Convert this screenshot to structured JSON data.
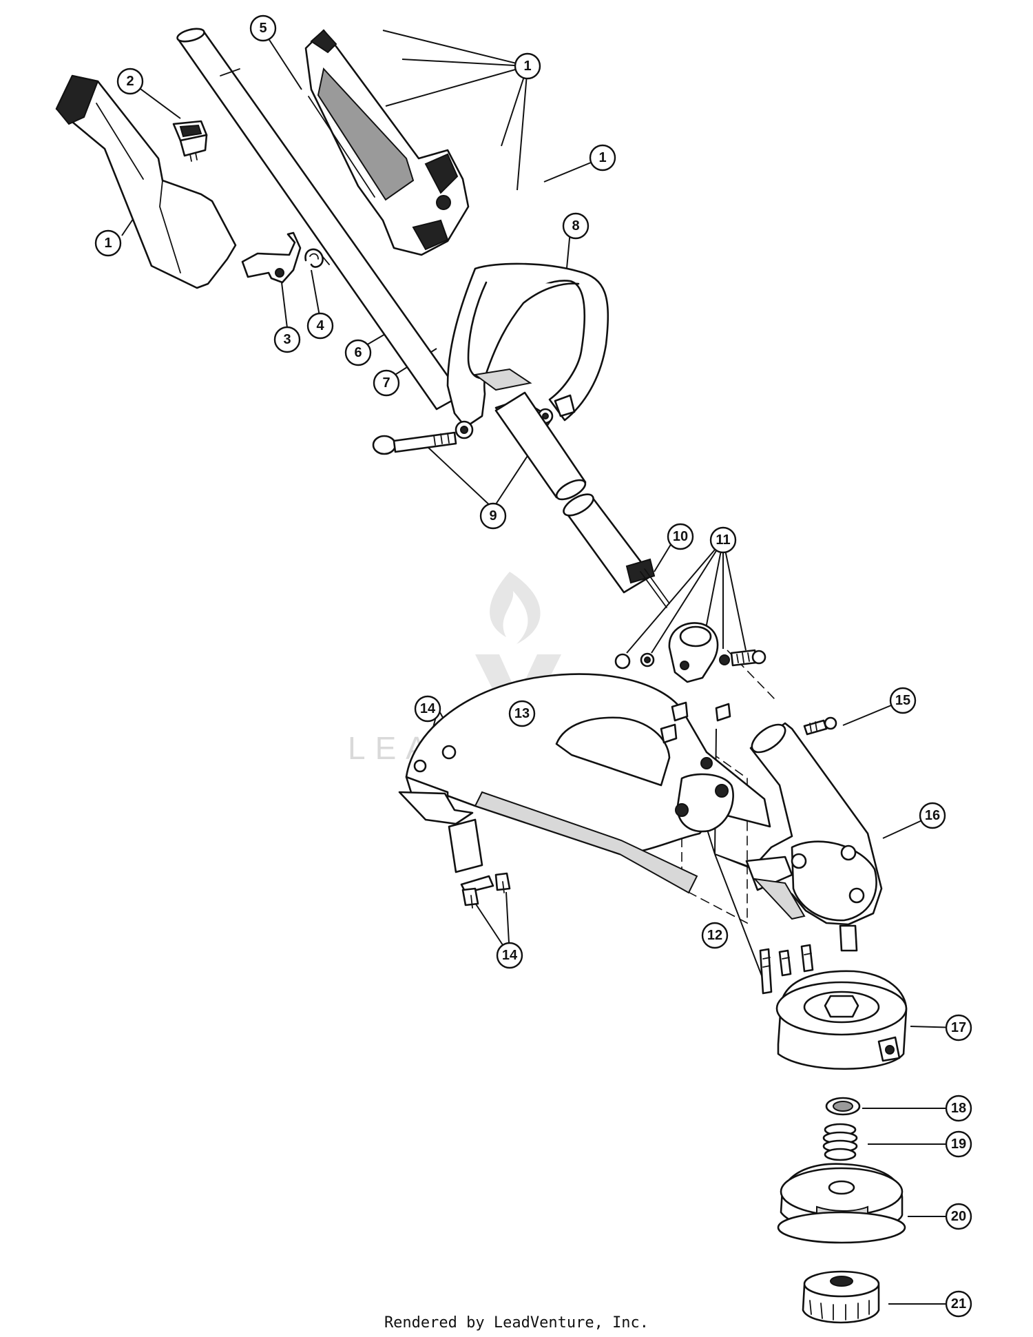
{
  "footer": "Rendered by LeadVenture, Inc.",
  "watermark": {
    "text": "LEADVENTURE"
  },
  "callouts": [
    "1",
    "1",
    "1",
    "2",
    "3",
    "4",
    "5",
    "6",
    "7",
    "8",
    "9",
    "10",
    "11",
    "12",
    "13",
    "14",
    "14",
    "15",
    "16",
    "17",
    "18",
    "19",
    "20",
    "21"
  ],
  "colors": {
    "ink": "#111111",
    "background": "#ffffff",
    "watermark": "#d9d9d9"
  }
}
